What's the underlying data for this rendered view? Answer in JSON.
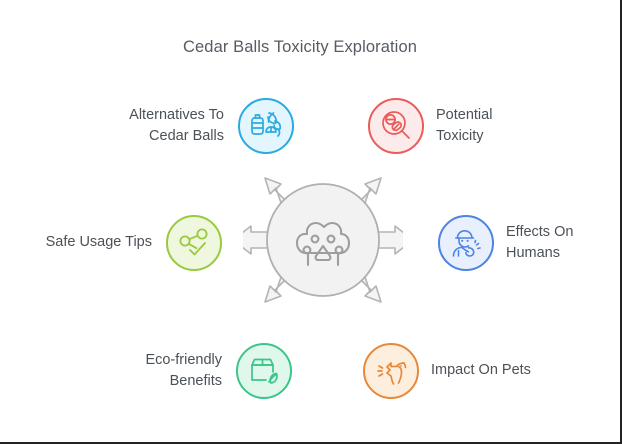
{
  "title": "Cedar Balls Toxicity Exploration",
  "center": {
    "icon": "paw-print-icon",
    "color": "#f0f0f0",
    "stroke": "#a8a8a8",
    "arrow_count": 6
  },
  "nodes": [
    {
      "id": "alternatives",
      "label": "Alternatives To\nCedar Balls",
      "icon": "bottle-leaf-icon",
      "color": "#29ABE2",
      "fill": "#e4f6fd",
      "side": "left",
      "position": "top-left"
    },
    {
      "id": "toxicity",
      "label": "Potential\nToxicity",
      "icon": "magnifier-pills-icon",
      "color": "#ea5b5b",
      "fill": "#fdeaea",
      "side": "right",
      "position": "top-right"
    },
    {
      "id": "safe-usage",
      "label": "Safe Usage Tips",
      "icon": "share-check-icon",
      "color": "#9ac93f",
      "fill": "#f0f7df",
      "side": "left",
      "position": "middle-left"
    },
    {
      "id": "humans",
      "label": "Effects On\nHumans",
      "icon": "person-coughing-icon",
      "color": "#4d84e2",
      "fill": "#e8f0fd",
      "side": "right",
      "position": "middle-right"
    },
    {
      "id": "eco",
      "label": "Eco-friendly\nBenefits",
      "icon": "box-leaf-icon",
      "color": "#3cc58a",
      "fill": "#e0f7ec",
      "side": "left",
      "position": "bottom-left"
    },
    {
      "id": "pets",
      "label": "Impact On Pets",
      "icon": "barking-dog-icon",
      "color": "#e8883a",
      "fill": "#fdeedd",
      "side": "right",
      "position": "bottom-right"
    }
  ]
}
